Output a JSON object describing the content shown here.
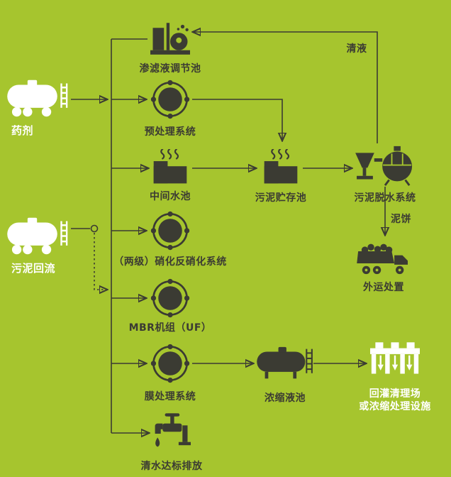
{
  "colors": {
    "background": "#a6c52e",
    "ink": "#3b3b33",
    "white": "#ffffff"
  },
  "nodes": {
    "adjust_pool": {
      "label": "渗滤液调节池"
    },
    "pretreatment": {
      "label": "预处理系统"
    },
    "chemical_truck": {
      "label": "药剂"
    },
    "middle_pool": {
      "label": "中间水池"
    },
    "sludge_storage": {
      "label": "污泥贮存池"
    },
    "sludge_dewater": {
      "label": "污泥脱水系统"
    },
    "nitrify": {
      "label": "（两级）硝化反硝化系统"
    },
    "sludge_return": {
      "label": "污泥回流"
    },
    "mbr": {
      "label": "MBR机组（UF）"
    },
    "membrane": {
      "label": "膜处理系统"
    },
    "concentrate": {
      "label": "浓缩液池"
    },
    "reinjection": {
      "label_line1": "回灌清理场",
      "label_line2": "或浓缩处理设施"
    },
    "dump_truck": {
      "label": "外运处置"
    },
    "clean_water": {
      "label": "清水达标排放"
    }
  },
  "edge_labels": {
    "clear_liquid": "清液",
    "mud_cake": "泥饼"
  }
}
